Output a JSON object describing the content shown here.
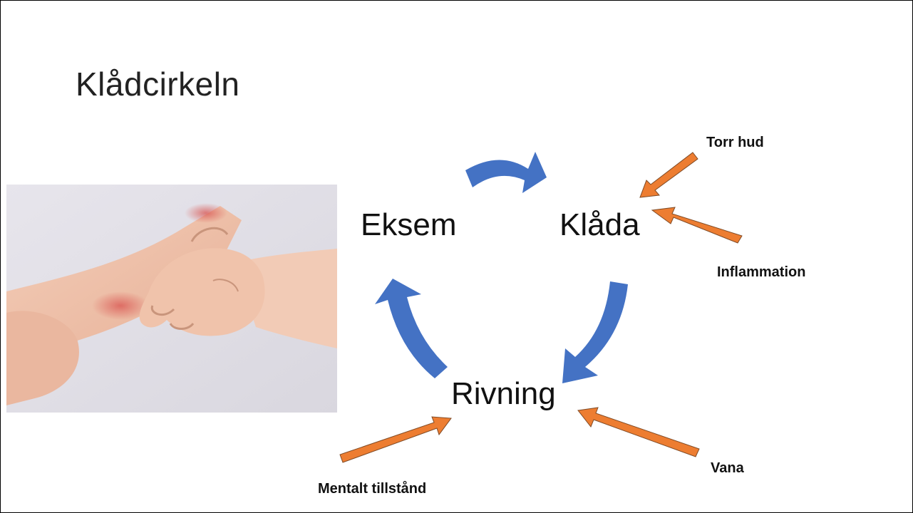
{
  "title": "Klådcirkeln",
  "cycle": {
    "nodes": [
      "Eksem",
      "Klåda",
      "Rivning"
    ]
  },
  "factors": {
    "torr_hud": "Torr hud",
    "inflammation": "Inflammation",
    "mentalt": "Mentalt tillstånd",
    "vana": "Vana"
  },
  "colors": {
    "cycle_arrow": "#4472C4",
    "factor_arrow": "#ED7D31",
    "factor_arrow_outline": "#7F4A25"
  },
  "photo": {
    "description_icon": "scratching-arm-photo"
  }
}
